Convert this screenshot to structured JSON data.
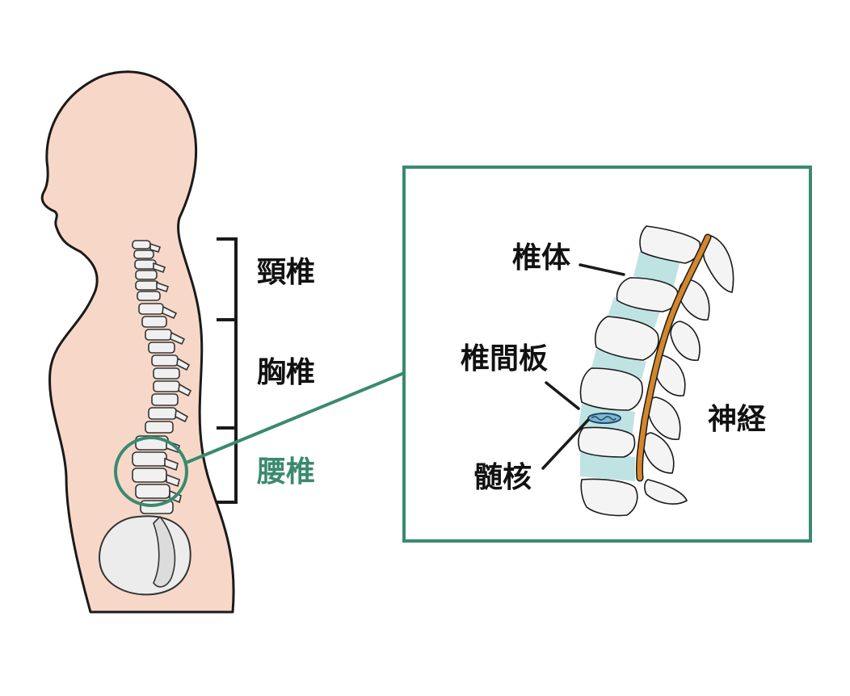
{
  "colors": {
    "skin": "#f7d8c8",
    "outline": "#1a1a1a",
    "bone": "#f0f0f0",
    "accent": "#3a8a6e",
    "disc": "#bfe3e2",
    "nerve": "#d4862a",
    "nucleus": "#1f4b6b"
  },
  "labels": {
    "cervical": "頸椎",
    "thoracic": "胸椎",
    "lumbar": "腰椎",
    "vertebral_body": "椎体",
    "intervertebral_disc": "椎間板",
    "nucleus_pulposus": "髄核",
    "nerve": "神経"
  }
}
